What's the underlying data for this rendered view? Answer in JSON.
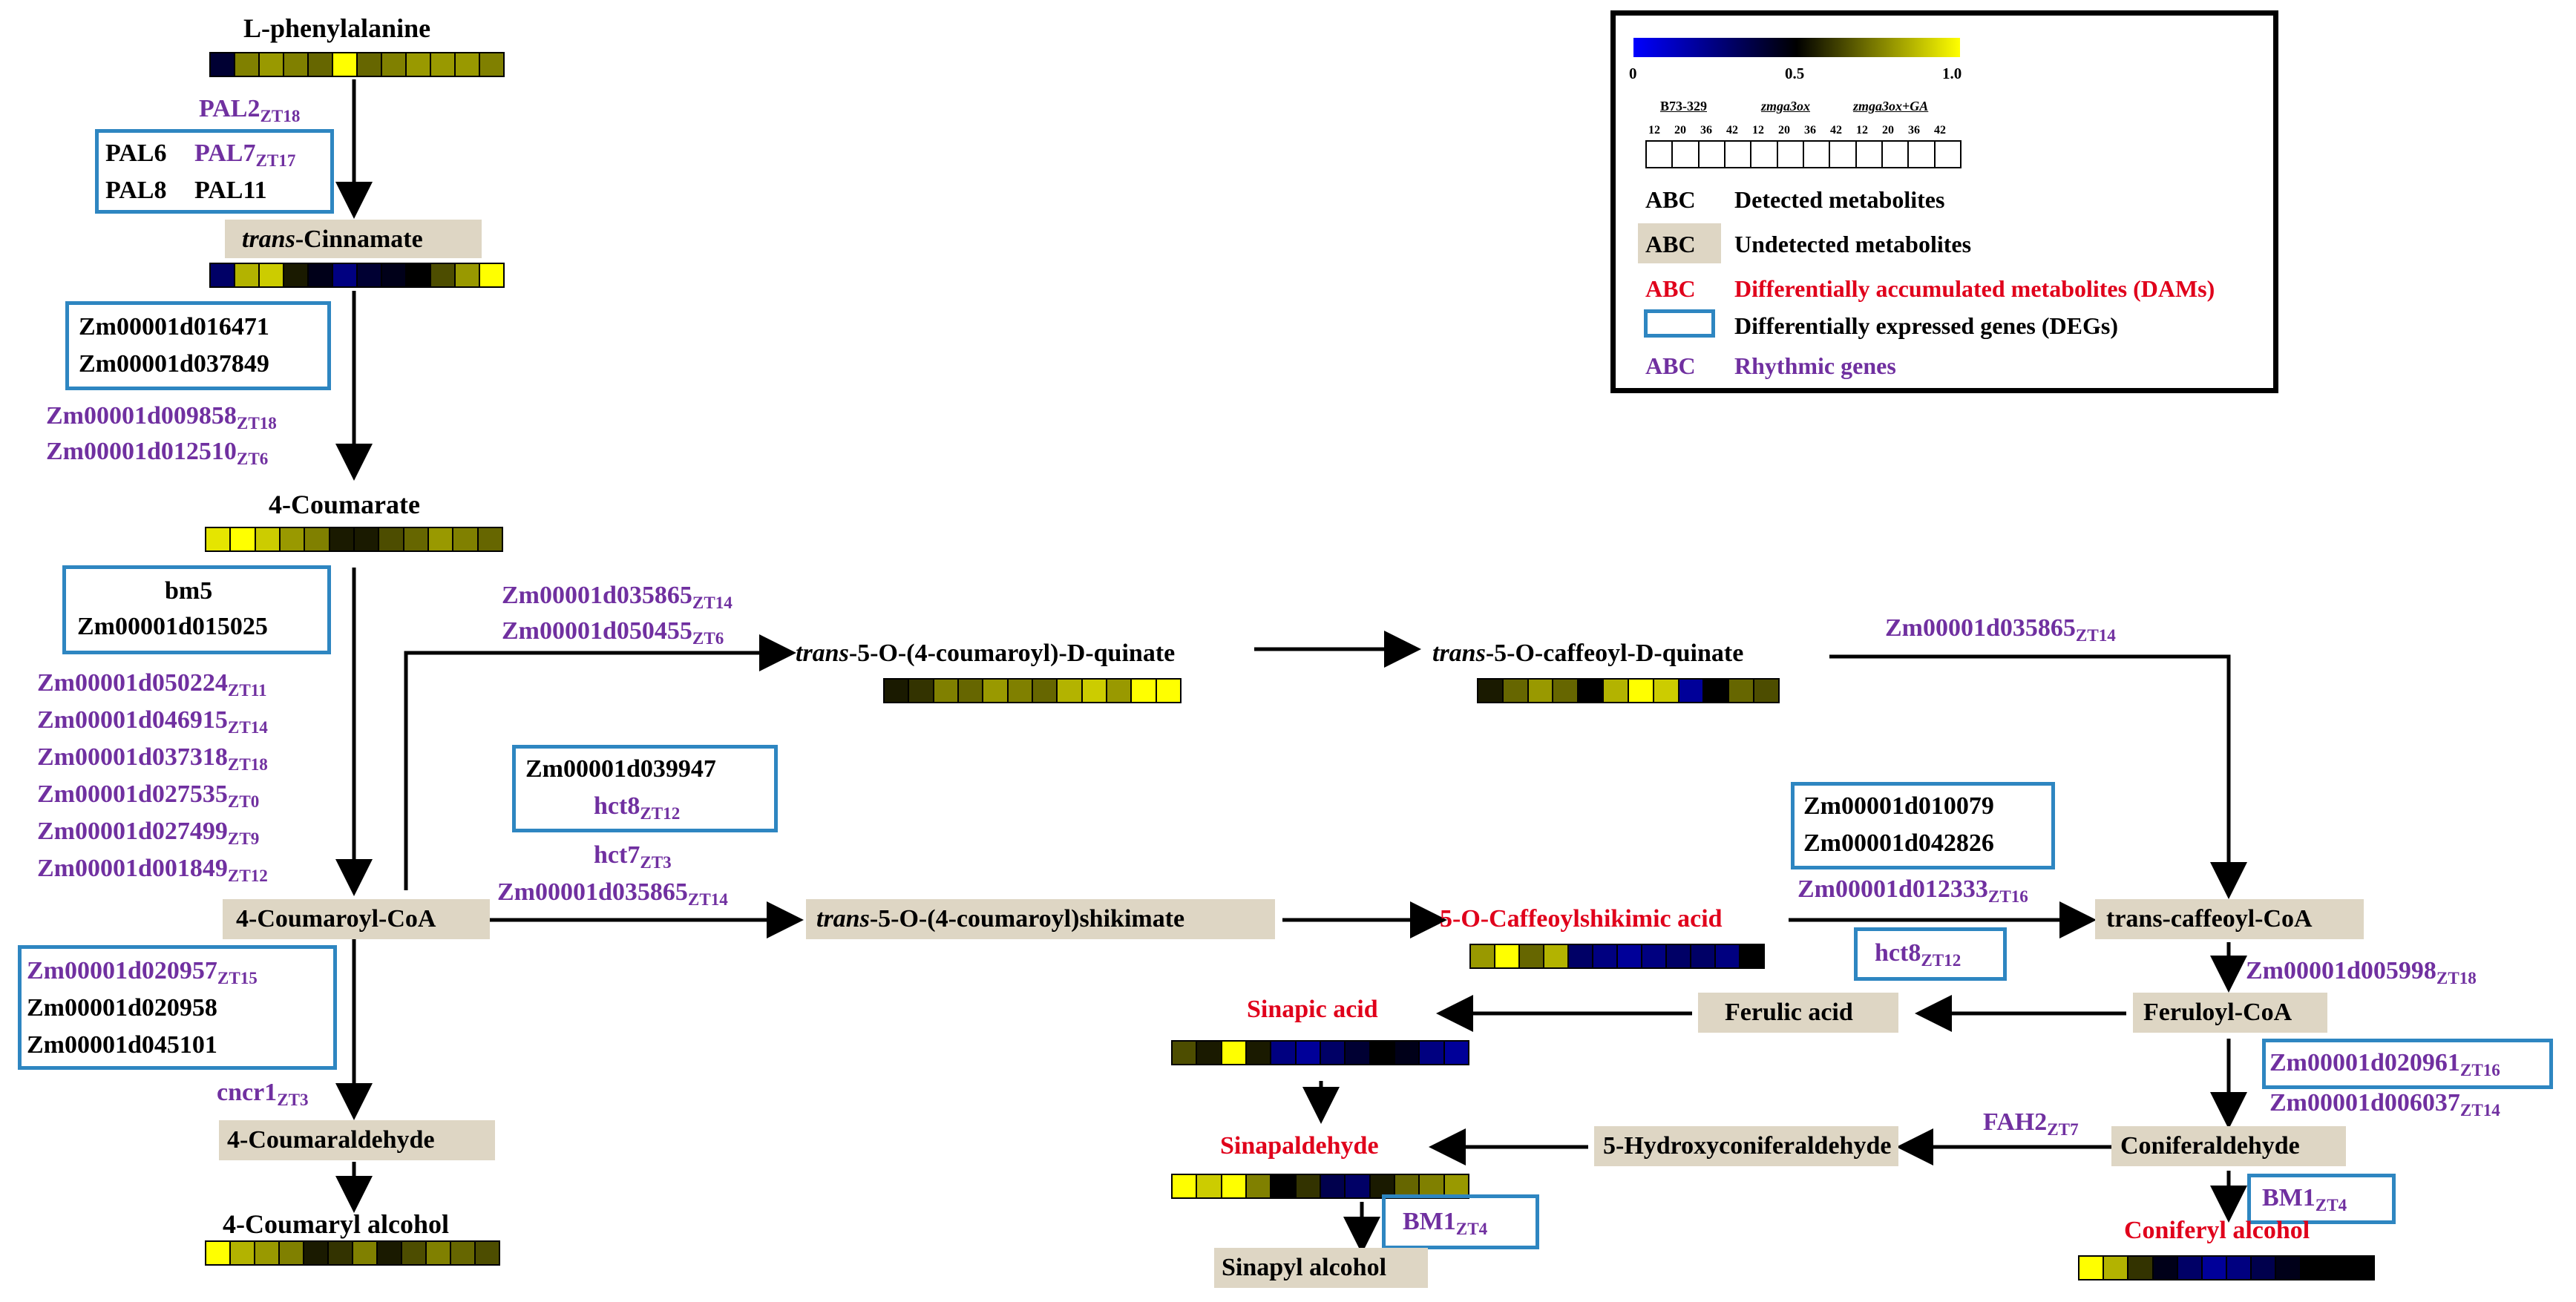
{
  "metabolites": {
    "l_phenylalanine": "L-phenylalanine",
    "trans_cinnamate_italic": "trans",
    "trans_cinnamate_rest": "-Cinnamate",
    "coumarate": "4-Coumarate",
    "coumaroyl_coa": "4-Coumaroyl-CoA",
    "coumaraldehyde": "4-Coumaraldehyde",
    "coumaryl_alcohol": "4-Coumaryl alcohol",
    "quinate_italic": "trans",
    "quinate_rest": "-5-O-(4-coumaroyl)-D-quinate",
    "caffeoyl_quinate_italic": "trans",
    "caffeoyl_quinate_rest": "-5-O-caffeoyl-D-quinate",
    "shikimate_italic": "trans",
    "shikimate_rest": "-5-O-(4-coumaroyl)shikimate",
    "caffeoylshikimic": "5-O-Caffeoylshikimic acid",
    "trans_caffeoyl_coa": "trans-caffeoyl-CoA",
    "feruloyl_coa": "Feruloyl-CoA",
    "ferulic_acid": "Ferulic acid",
    "sinapic_acid": "Sinapic acid",
    "coniferaldehyde": "Coniferaldehyde",
    "hydroxyconiferaldehyde": "5-Hydroxyconiferaldehyde",
    "sinapaldehyde": "Sinapaldehyde",
    "coniferyl_alcohol": "Coniferyl alcohol",
    "sinapyl_alcohol": "Sinapyl alcohol"
  },
  "genes": {
    "pal2": "PAL2",
    "pal2_zt": "ZT18",
    "pal6": "PAL6",
    "pal7": "PAL7",
    "pal7_zt": "ZT17",
    "pal8": "PAL8",
    "pal11": "PAL11",
    "c4h_a": "Zm00001d016471",
    "c4h_b": "Zm00001d037849",
    "c4h_c": "Zm00001d009858",
    "c4h_c_zt": "ZT18",
    "c4h_d": "Zm00001d012510",
    "c4h_d_zt": "ZT6",
    "bm5": "bm5",
    "cl_a": "Zm00001d015025",
    "cl_b": "Zm00001d050224",
    "cl_b_zt": "ZT11",
    "cl_c": "Zm00001d046915",
    "cl_c_zt": "ZT14",
    "cl_d": "Zm00001d037318",
    "cl_d_zt": "ZT18",
    "cl_e": "Zm00001d027535",
    "cl_e_zt": "ZT0",
    "cl_f": "Zm00001d027499",
    "cl_f_zt": "ZT9",
    "cl_g": "Zm00001d001849",
    "cl_g_zt": "ZT12",
    "q_a": "Zm00001d035865",
    "q_a_zt": "ZT14",
    "q_b": "Zm00001d050455",
    "q_b_zt": "ZT6",
    "cq": "Zm00001d035865",
    "cq_zt": "ZT14",
    "hct_a": "Zm00001d039947",
    "hct8": "hct8",
    "hct8_zt": "ZT12",
    "hct7": "hct7",
    "hct7_zt": "ZT3",
    "hct_b": "Zm00001d035865",
    "hct_b_zt": "ZT14",
    "ccr_a": "Zm00001d020957",
    "ccr_a_zt": "ZT15",
    "ccr_b": "Zm00001d020958",
    "ccr_c": "Zm00001d045101",
    "cncr1": "cncr1",
    "cncr1_zt": "ZT3",
    "c3h_a": "Zm00001d010079",
    "c3h_b": "Zm00001d042826",
    "c3h_c": "Zm00001d012333",
    "c3h_c_zt": "ZT16",
    "hct8b": "hct8",
    "hct8b_zt": "ZT12",
    "ccoaomt": "Zm00001d005998",
    "ccoaomt_zt": "ZT18",
    "ccr2_a": "Zm00001d020961",
    "ccr2_a_zt": "ZT16",
    "ccr2_b": "Zm00001d006037",
    "ccr2_b_zt": "ZT14",
    "fah2": "FAH2",
    "fah2_zt": "ZT7",
    "bm1a": "BM1",
    "bm1a_zt": "ZT4",
    "bm1b": "BM1",
    "bm1b_zt": "ZT4"
  },
  "legend": {
    "tick_0": "0",
    "tick_05": "0.5",
    "tick_10": "1.0",
    "group_1": "B73-329",
    "group_2": "zmga3ox",
    "group_3": "zmga3ox+GA",
    "zt_labels": [
      "12",
      "20",
      "36",
      "42",
      "12",
      "20",
      "36",
      "42",
      "12",
      "20",
      "36",
      "42"
    ],
    "abc": "ABC",
    "detected": "Detected metabolites",
    "undetected": "Undetected metabolites",
    "dams": "Differentially accumulated metabolites (DAMs)",
    "degs": "Differentially expressed genes (DEGs)",
    "rhythmic": "Rhythmic genes"
  },
  "colors": {
    "purple": "#7030a0",
    "red": "#e0001b",
    "deg_border": "#2e86c1",
    "box_fill": "#ded6c4"
  },
  "heatmaps": {
    "l_phenylalanine": [
      0.4,
      0.75,
      0.8,
      0.75,
      0.7,
      1.0,
      0.7,
      0.75,
      0.8,
      0.8,
      0.8,
      0.75
    ],
    "trans_cinnamate": [
      0.3,
      0.85,
      0.9,
      0.55,
      0.45,
      0.25,
      0.4,
      0.45,
      0.5,
      0.65,
      0.8,
      1.0
    ],
    "coumarate": [
      0.95,
      1.0,
      0.9,
      0.8,
      0.75,
      0.55,
      0.55,
      0.65,
      0.7,
      0.8,
      0.75,
      0.7
    ],
    "coumaryl_alcohol": [
      1.0,
      0.85,
      0.8,
      0.75,
      0.55,
      0.6,
      0.75,
      0.55,
      0.65,
      0.75,
      0.7,
      0.65
    ],
    "coumaroyl_quinate": [
      0.55,
      0.6,
      0.75,
      0.7,
      0.8,
      0.75,
      0.7,
      0.85,
      0.9,
      0.8,
      1.0,
      1.0
    ],
    "caffeoyl_quinate": [
      0.55,
      0.7,
      0.8,
      0.7,
      0.5,
      0.85,
      1.0,
      0.9,
      0.2,
      0.5,
      0.7,
      0.65
    ],
    "caffeoylshikimic": [
      0.8,
      1.0,
      0.7,
      0.85,
      0.3,
      0.25,
      0.2,
      0.25,
      0.3,
      0.3,
      0.25,
      0.5
    ],
    "sinapic_acid": [
      0.65,
      0.55,
      1.0,
      0.55,
      0.25,
      0.2,
      0.3,
      0.4,
      0.5,
      0.45,
      0.25,
      0.2
    ],
    "sinapaldehyde": [
      1.0,
      0.9,
      1.0,
      0.75,
      0.5,
      0.6,
      0.35,
      0.3,
      0.55,
      0.7,
      0.75,
      0.8
    ],
    "coniferyl_alcohol": [
      1.0,
      0.85,
      0.6,
      0.45,
      0.3,
      0.2,
      0.25,
      0.35,
      0.45,
      0.5,
      0.5,
      0.5
    ]
  }
}
